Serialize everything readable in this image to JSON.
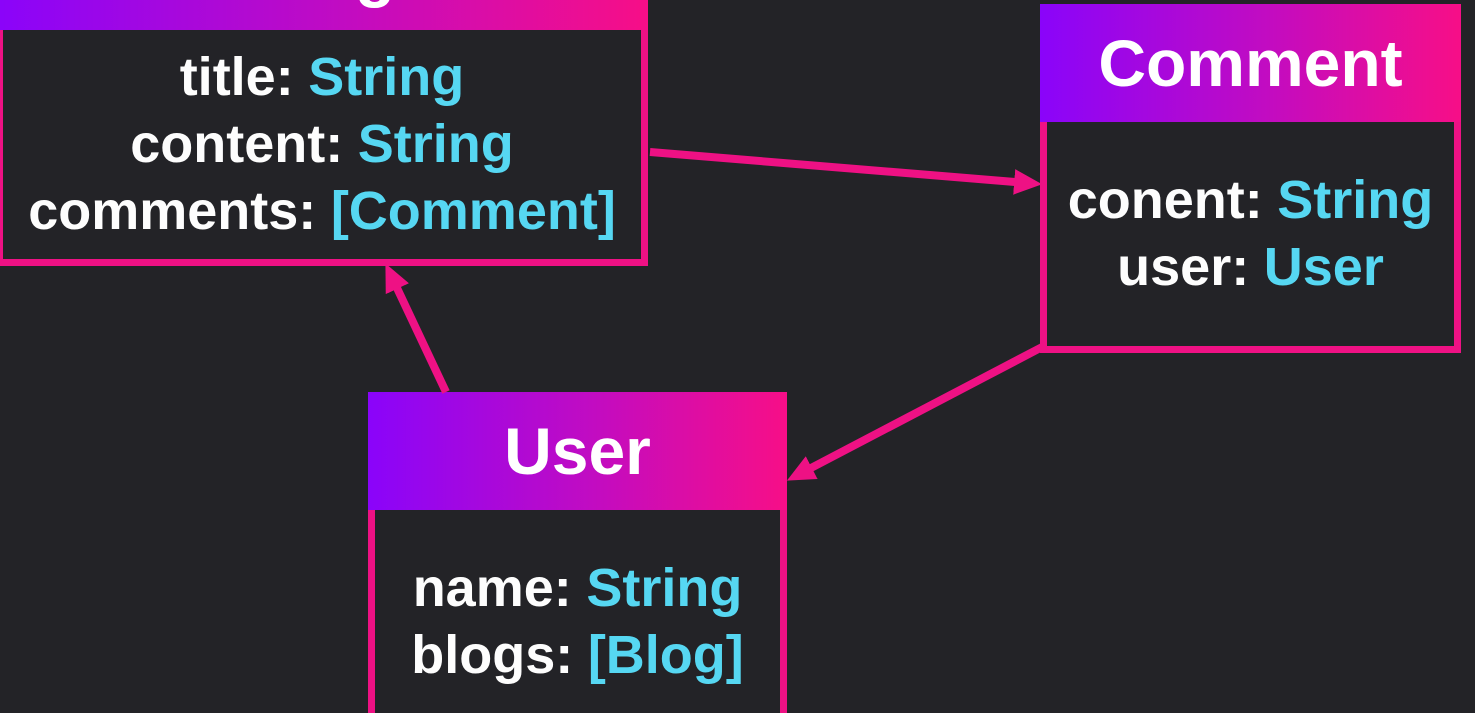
{
  "diagram": {
    "background_color": "#232327",
    "accent_pink": "#ee1184",
    "accent_purple": "#8a04fa",
    "type_color": "#56d7f2",
    "title_color": "#ffffff"
  },
  "entities": {
    "blog": {
      "title": "Blog",
      "fields": [
        {
          "name": "title:",
          "type": "String"
        },
        {
          "name": "content:",
          "type": "String"
        },
        {
          "name": "comments:",
          "type": "[Comment]"
        }
      ]
    },
    "comment": {
      "title": "Comment",
      "fields": [
        {
          "name": "conent:",
          "type": "String"
        },
        {
          "name": "user:",
          "type": "User"
        }
      ]
    },
    "user": {
      "title": "User",
      "fields": [
        {
          "name": "name:",
          "type": "String"
        },
        {
          "name": "blogs:",
          "type": "[Blog]"
        }
      ]
    }
  },
  "relationships": [
    {
      "from": "Blog",
      "to": "Comment"
    },
    {
      "from": "Comment",
      "to": "User"
    },
    {
      "from": "User",
      "to": "Blog"
    }
  ]
}
